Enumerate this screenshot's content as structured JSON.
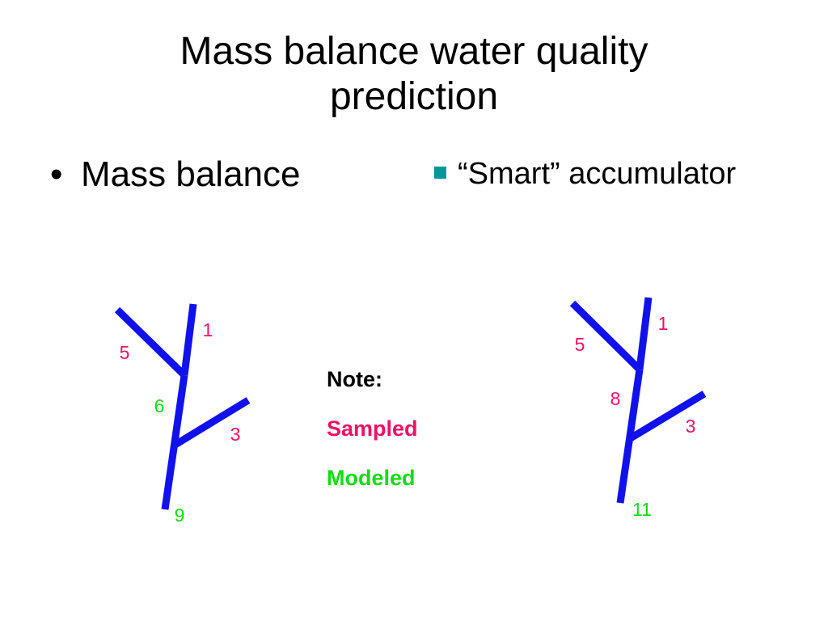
{
  "slide": {
    "title_line1": "Mass balance water quality",
    "title_line2": "prediction",
    "bullet_left": "Mass balance",
    "bullet_right": "“Smart” accumulator"
  },
  "legend": {
    "note": "Note:",
    "sampled": "Sampled",
    "modeled": "Modeled"
  },
  "colors": {
    "stream": "#1111ee",
    "sampled": "#ee1166",
    "modeled": "#11dd11",
    "bullet_square": "#009999"
  },
  "diagram_left": {
    "upper_left_tributary": "5",
    "upper_right_tributary": "1",
    "middle_confluence": "6",
    "right_tributary": "3",
    "outlet": "9"
  },
  "diagram_right": {
    "upper_left_tributary": "5",
    "upper_right_tributary": "1",
    "middle_confluence": "8",
    "right_tributary": "3",
    "outlet": "11"
  }
}
